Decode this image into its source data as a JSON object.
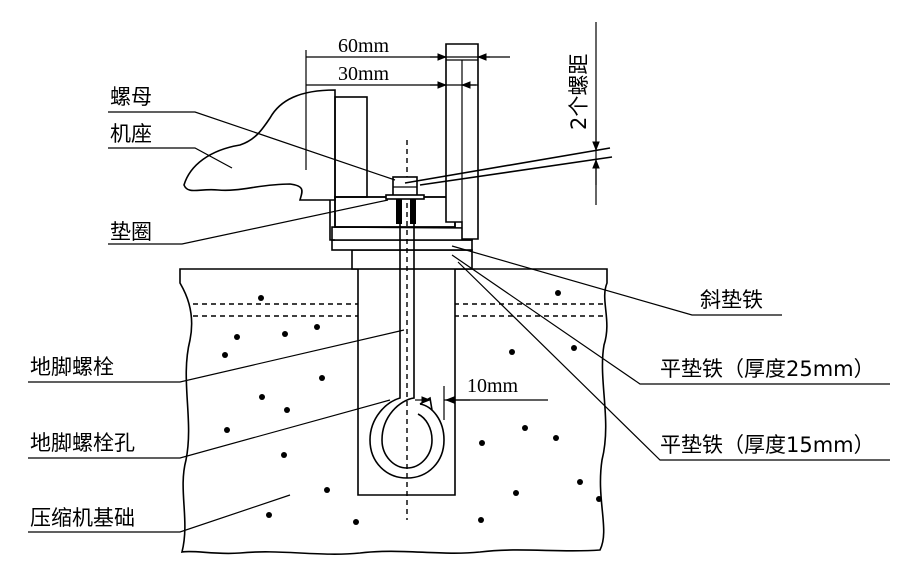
{
  "labels": {
    "nut": "螺母",
    "machine_base": "机座",
    "washer": "垫圈",
    "anchor_bolt": "地脚螺栓",
    "anchor_bolt_hole": "地脚螺栓孔",
    "compressor_foundation": "压缩机基础",
    "inclined_shim": "斜垫铁",
    "flat_shim_25": "平垫铁（厚度25mm）",
    "flat_shim_15": "平垫铁（厚度15mm）"
  },
  "dimensions": {
    "width_60": "60mm",
    "width_30": "30mm",
    "hook_gap": "10mm",
    "thread_pitch": "2个螺距"
  }
}
